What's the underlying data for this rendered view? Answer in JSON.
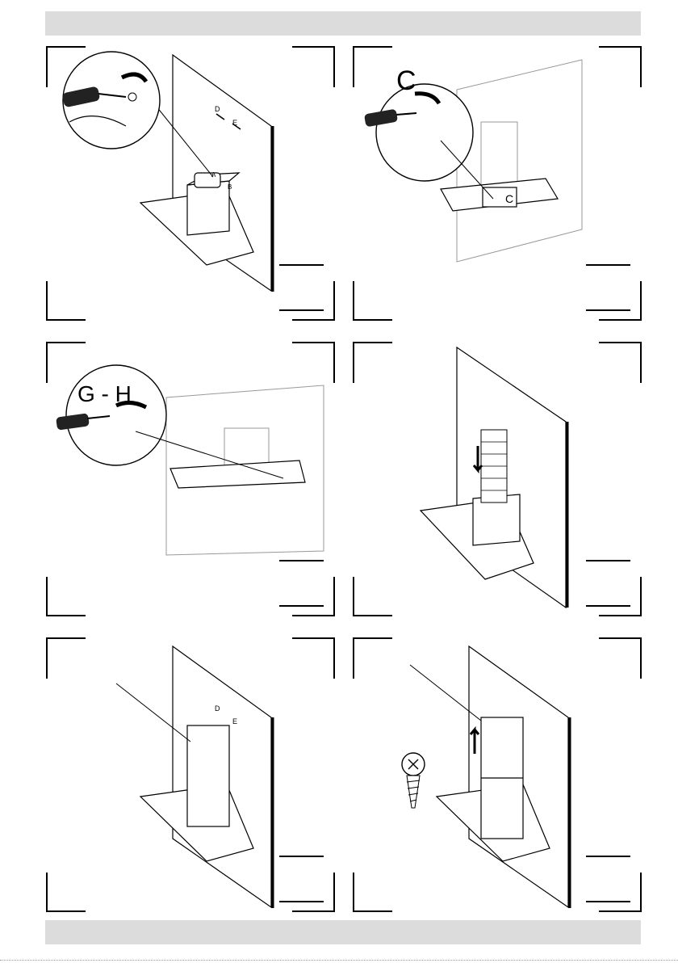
{
  "header_band": "",
  "footer_band": "",
  "steps": [
    {
      "labels": [
        "D",
        "E",
        "A",
        "B"
      ]
    },
    {
      "labels": [
        "C",
        "C"
      ]
    },
    {
      "labels": [
        "G - H"
      ]
    },
    {
      "labels": []
    },
    {
      "labels": [
        "D",
        "E"
      ]
    },
    {
      "labels": []
    }
  ]
}
